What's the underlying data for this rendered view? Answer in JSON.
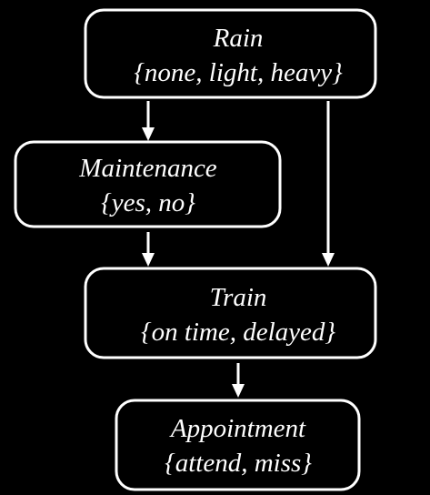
{
  "colors": {
    "background": "#000000",
    "foreground": "#ffffff"
  },
  "nodes": {
    "rain": {
      "name": "Rain",
      "values": "{none, light, heavy}"
    },
    "maintenance": {
      "name": "Maintenance",
      "values": "{yes, no}"
    },
    "train": {
      "name": "Train",
      "values": "{on time, delayed}"
    },
    "appointment": {
      "name": "Appointment",
      "values": "{attend, miss}"
    }
  },
  "edges": [
    {
      "from": "rain",
      "to": "maintenance"
    },
    {
      "from": "rain",
      "to": "train"
    },
    {
      "from": "maintenance",
      "to": "train"
    },
    {
      "from": "train",
      "to": "appointment"
    }
  ]
}
